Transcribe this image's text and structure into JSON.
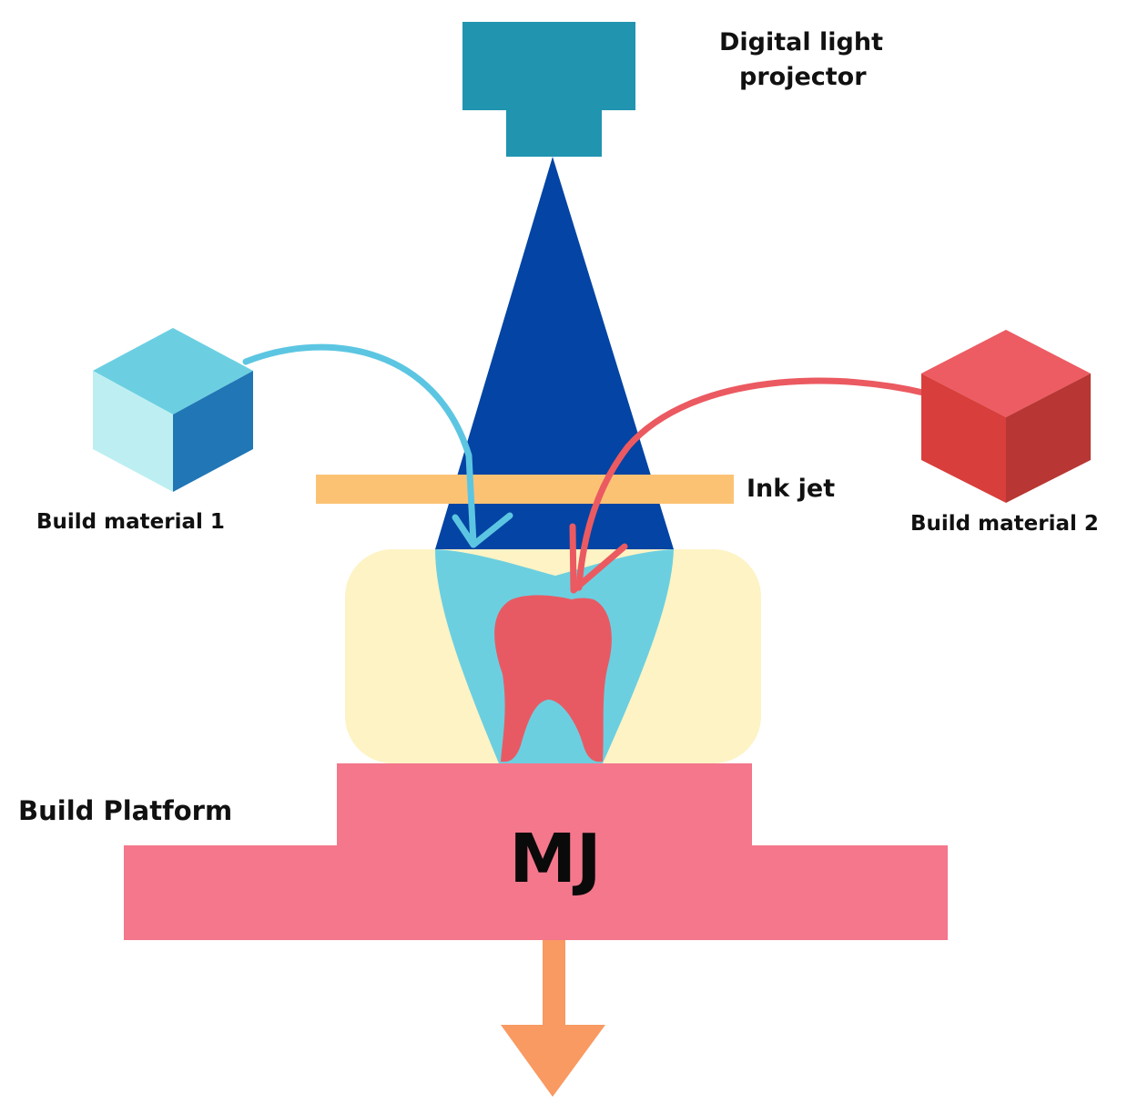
{
  "labels": {
    "projector_line1": "Digital light",
    "projector_line2": "projector",
    "ink_jet": "Ink jet",
    "build_material_1": "Build material 1",
    "build_material_2": "Build material 2",
    "build_platform": "Build Platform",
    "platform_text": "MJ"
  },
  "colors": {
    "projector": "#2194b0",
    "light_cone": "#0344a4",
    "ink_jet": "#fcc274",
    "support_block": "#fdf3c4",
    "tooth_outer": "#6ccfe0",
    "tooth_inner": "#e85a63",
    "cube1_top": "#6bcfe1",
    "cube1_left": "#bdeff2",
    "cube1_right": "#2176b6",
    "cube2_top": "#ec5c62",
    "cube2_left": "#d83e3b",
    "cube2_right": "#b83633",
    "arrow_blue": "#5cc6e2",
    "arrow_red": "#eb5a61",
    "platform": "#f4778c",
    "down_arrow": "#f89a62"
  }
}
